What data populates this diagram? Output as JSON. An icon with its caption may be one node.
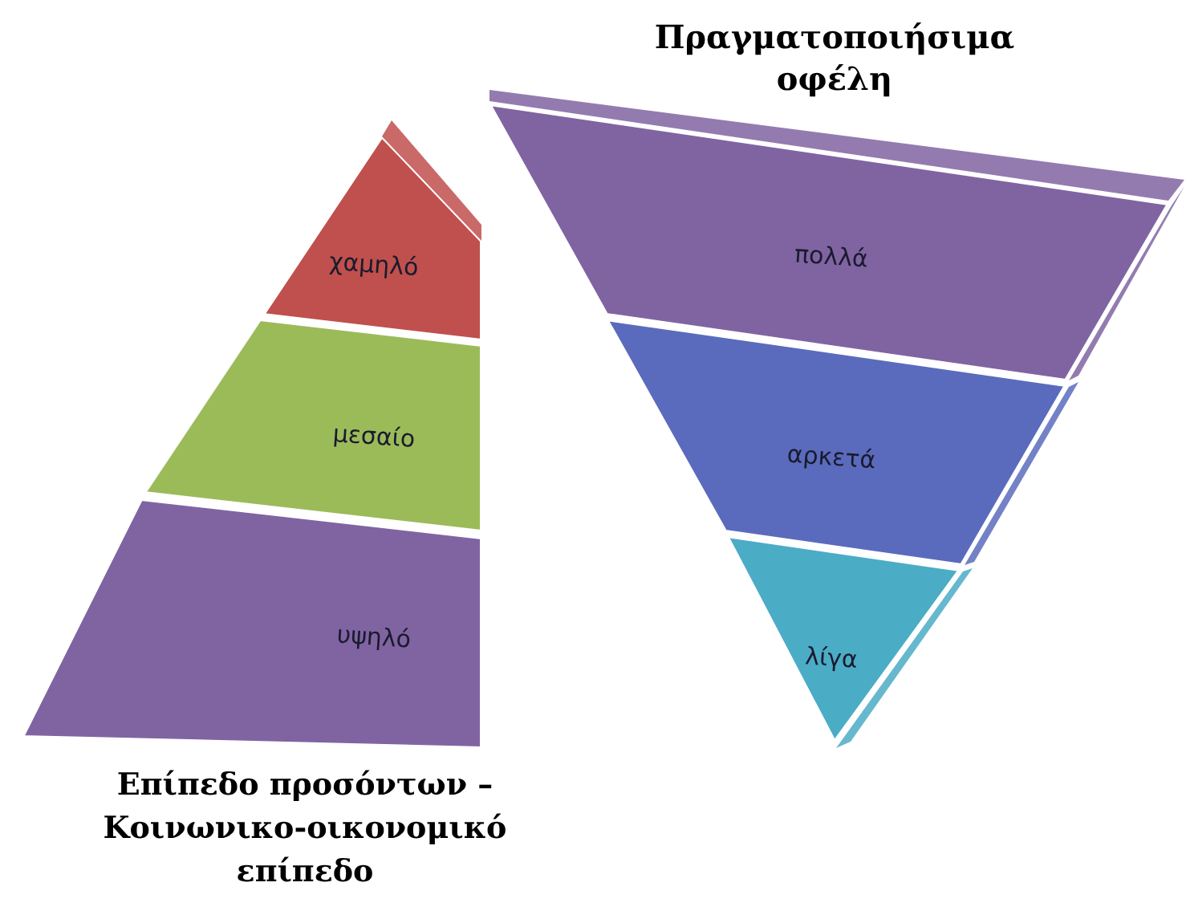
{
  "diagram": {
    "nodes": [
      {
        "text": [
          "χαμηλό"
        ]
      },
      {
        "text": [
          "μεσαίο"
        ]
      },
      {
        "text": [
          "υψηλό"
        ]
      },
      {
        "text": [
          "πολλά"
        ]
      },
      {
        "text": [
          "αρκετά"
        ]
      },
      {
        "text": [
          "λίγα"
        ]
      }
    ],
    "labels": [
      "Πραγματοποιήσιμα οφέλη",
      "Επίπεδο προσόντων – Κοινωνικο-οικονομικό επίπεδο"
    ]
  }
}
